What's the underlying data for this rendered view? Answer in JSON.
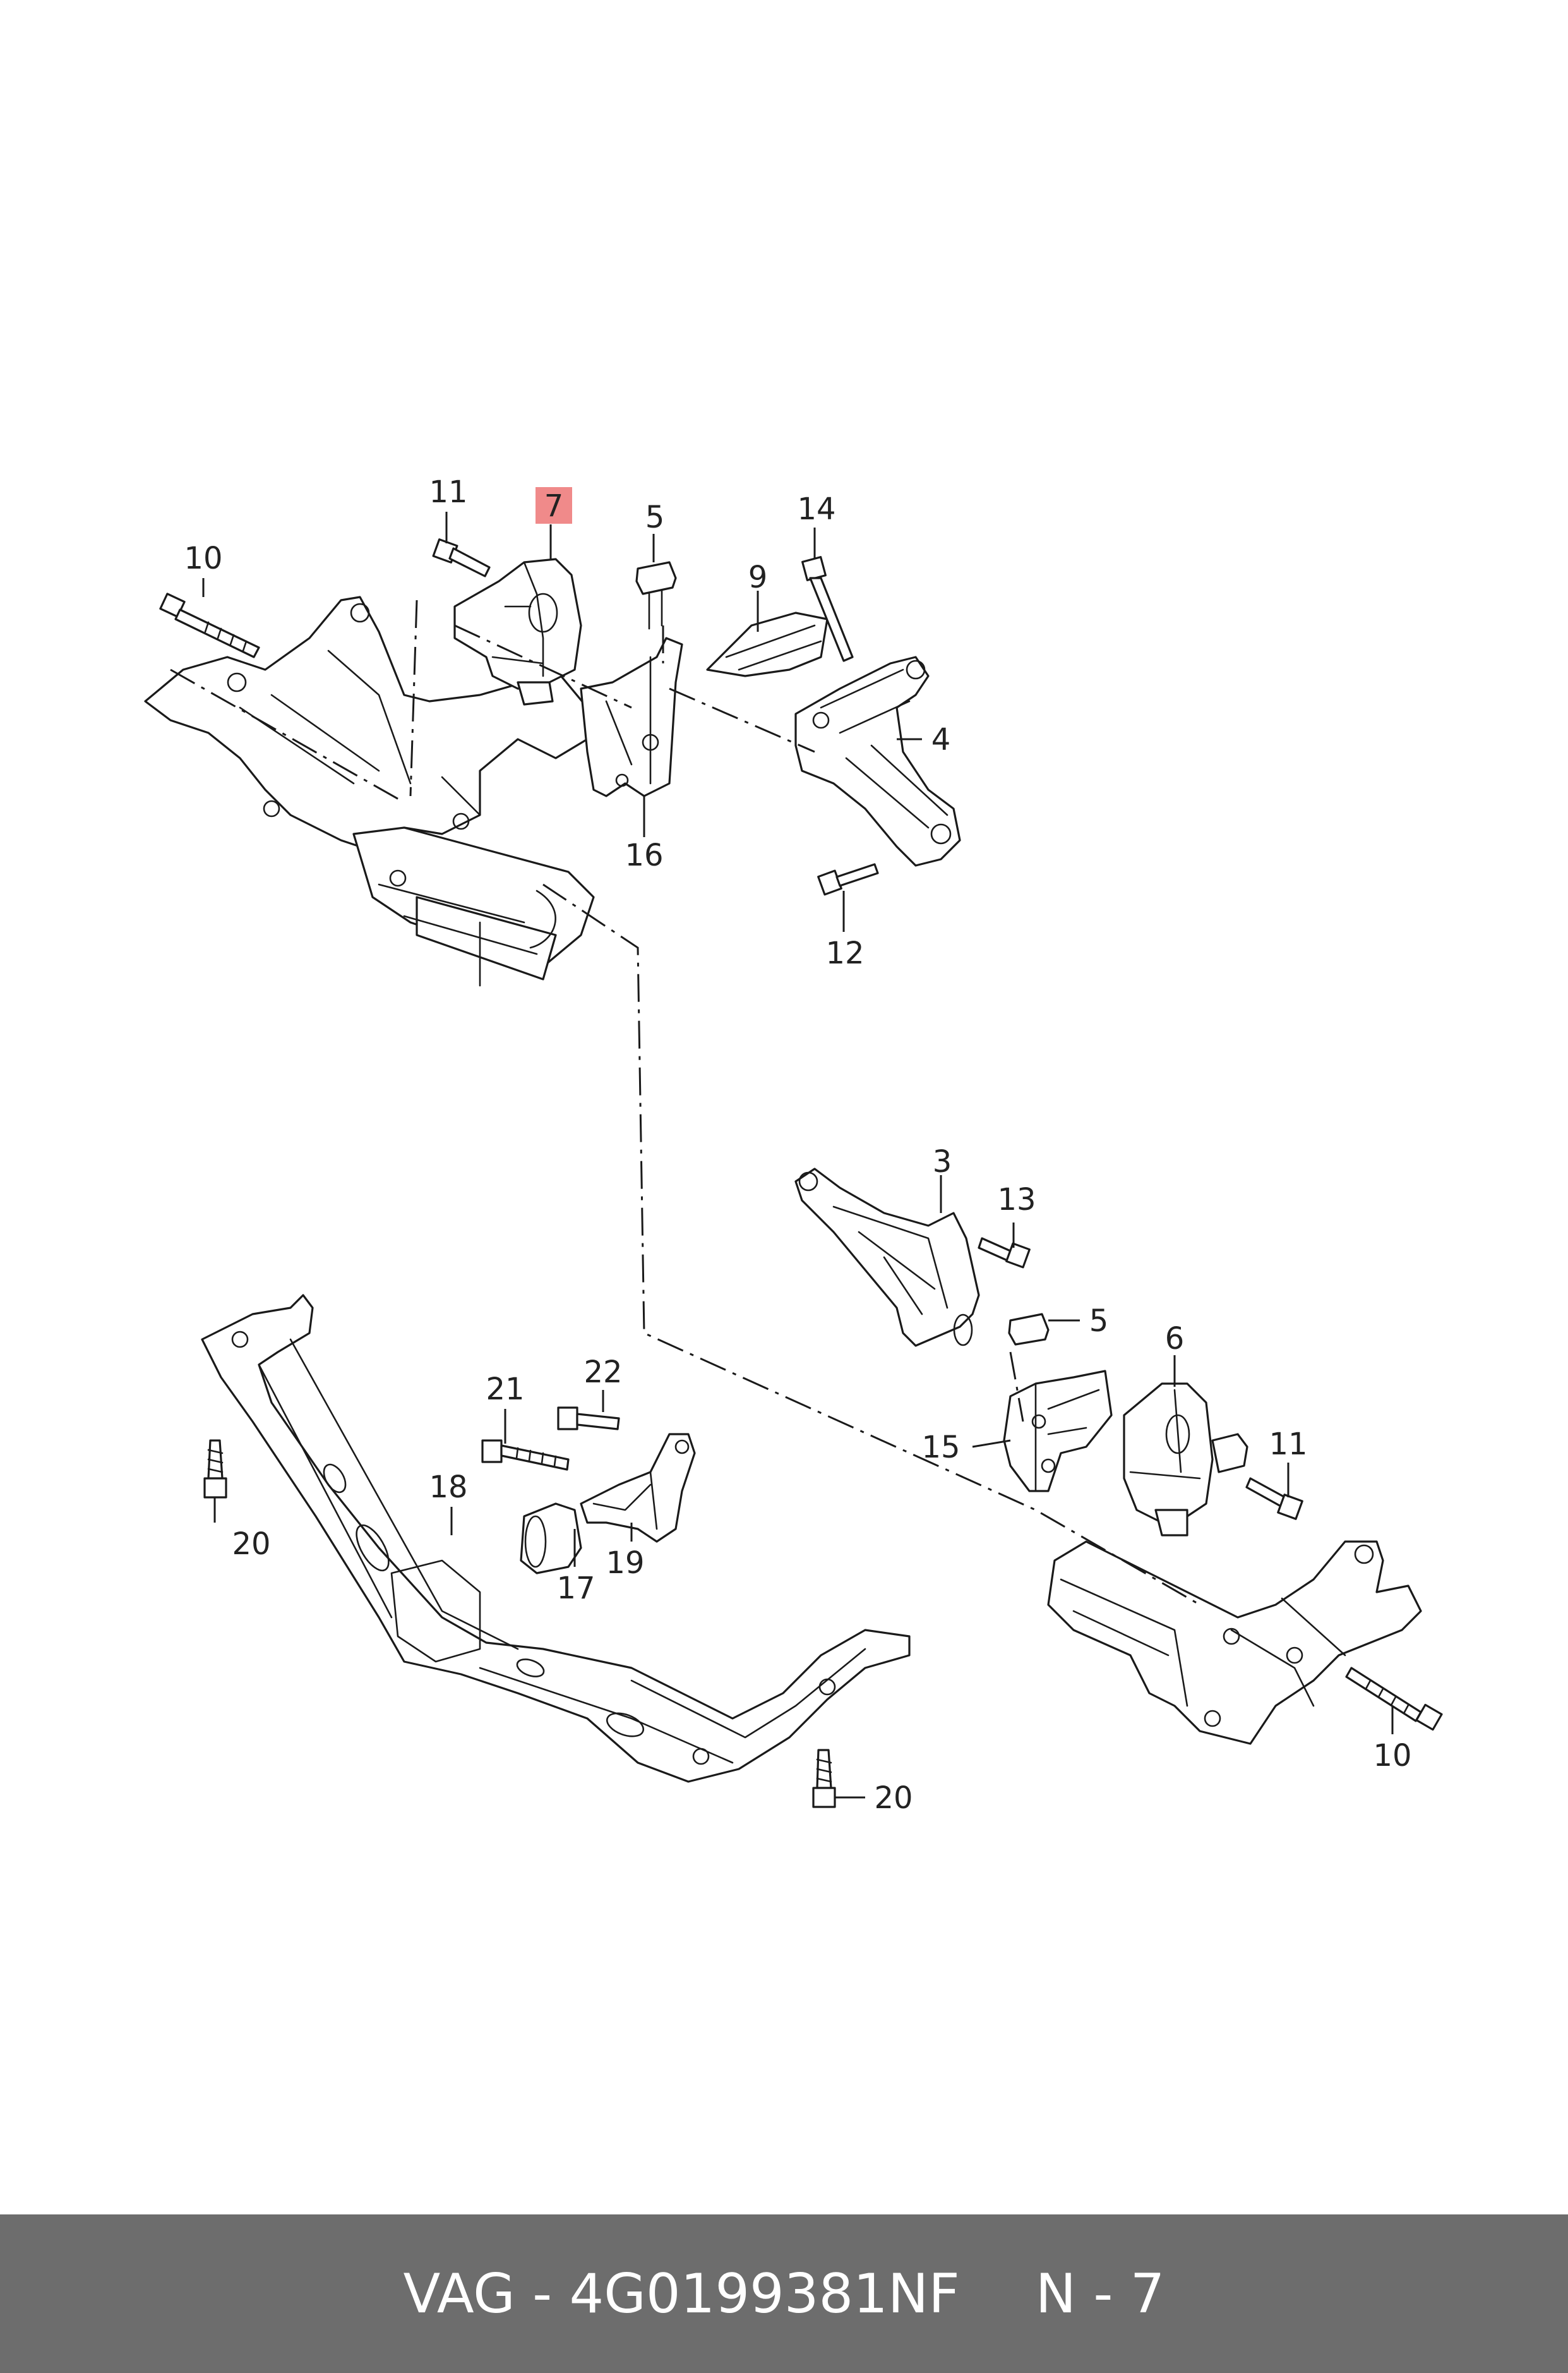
{
  "callouts": {
    "c3": "3",
    "c4": "4",
    "c5a": "5",
    "c5b": "5",
    "c6": "6",
    "c7": "7",
    "c9": "9",
    "c10a": "10",
    "c10b": "10",
    "c11a": "11",
    "c11b": "11",
    "c12": "12",
    "c13": "13",
    "c14": "14",
    "c15": "15",
    "c16": "16",
    "c17": "17",
    "c18": "18",
    "c19": "19",
    "c20a": "20",
    "c20b": "20",
    "c21": "21",
    "c22": "22"
  },
  "highlight_color": "#f08a8a",
  "footer": {
    "part_number": "VAG - 4G0199381NF",
    "page_ref": "N - 7"
  }
}
